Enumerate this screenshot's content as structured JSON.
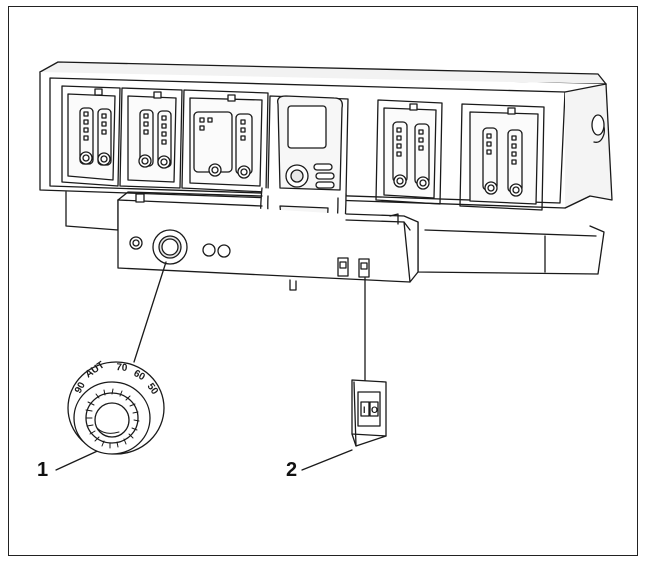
{
  "callouts": [
    {
      "id": "1",
      "label": "1"
    },
    {
      "id": "2",
      "label": "2"
    }
  ],
  "dial": {
    "scale_labels": [
      "90",
      "AUT",
      "70",
      "60",
      "50"
    ]
  },
  "switch": {
    "on_symbol": "I",
    "off_symbol": "O"
  },
  "colors": {
    "line": "#1a1a1a",
    "fill": "#ffffff",
    "shade": "#e6e6e6"
  }
}
